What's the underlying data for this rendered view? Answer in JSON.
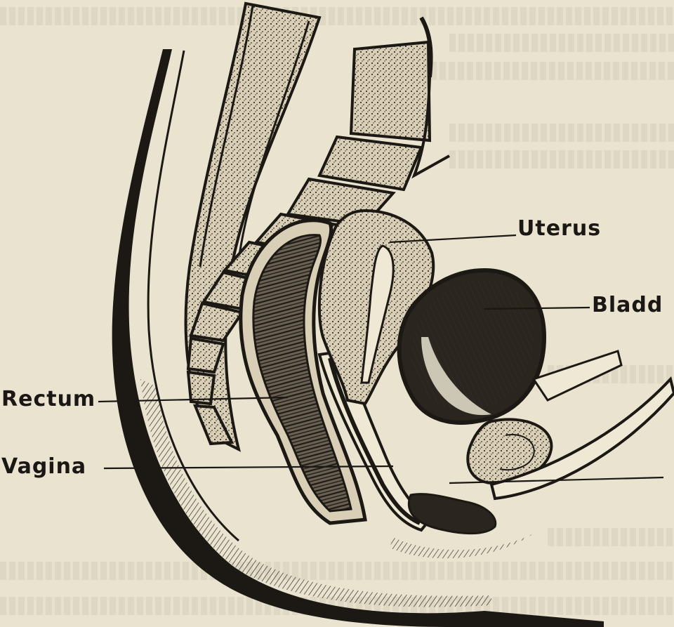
{
  "labels": {
    "uterus": "Uterus",
    "bladder": "Bladd",
    "rectum": "Rectum",
    "vagina": "Vagina"
  },
  "colors": {
    "paper": "#e9e3cf",
    "ink": "#1a1714",
    "tissue_light": "#ddd5bd",
    "tissue_dark": "#3a342c"
  }
}
